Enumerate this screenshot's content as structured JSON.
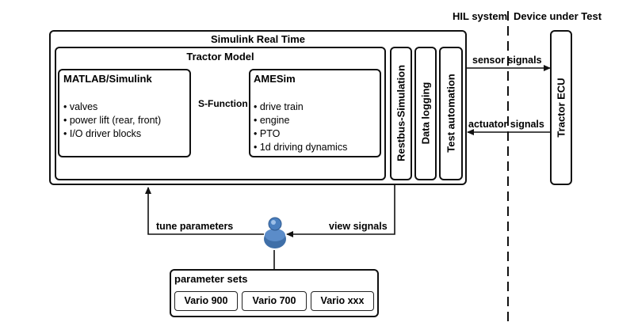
{
  "system_labels": {
    "hil": "HIL system",
    "dut": "Device under Test"
  },
  "simulink": {
    "title": "Simulink Real Time",
    "tractor_model": {
      "title": "Tractor Model",
      "matlab": {
        "title": "MATLAB/Simulink",
        "items": [
          "valves",
          "power lift (rear, front)",
          "I/O driver blocks"
        ]
      },
      "amesim": {
        "title": "AMESim",
        "items": [
          "drive train",
          "engine",
          "PTO",
          "1d driving dynamics"
        ]
      },
      "link_label": "S-Function"
    },
    "modules": [
      "Restbus-Simulation",
      "Data logging",
      "Test automation"
    ]
  },
  "ecu": {
    "label": "Tractor ECU"
  },
  "signals": {
    "sensor": "sensor signals",
    "actuator": "actuator signals"
  },
  "user_links": {
    "tune": "tune parameters",
    "view": "view signals"
  },
  "parameter_sets": {
    "title": "parameter sets",
    "items": [
      "Vario 900",
      "Vario 700",
      "Vario xxx"
    ]
  }
}
